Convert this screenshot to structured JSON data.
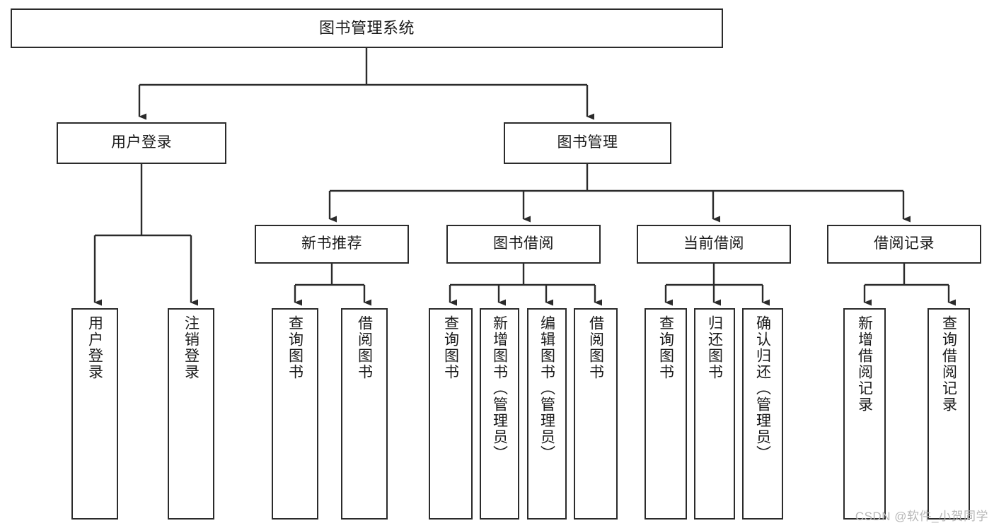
{
  "diagram": {
    "title": "图书管理系统",
    "type": "tree-hierarchy",
    "line_color": "#2b2b2b",
    "box_fill": "#ffffff",
    "text_color": "#1a1a1a",
    "watermark": "CSDN @软件_小贺同学",
    "nodes": {
      "root": {
        "label": "图书管理系统"
      },
      "level2": [
        {
          "label": "用户登录"
        },
        {
          "label": "图书管理"
        }
      ],
      "level3": [
        {
          "label": "新书推荐"
        },
        {
          "label": "图书借阅"
        },
        {
          "label": "当前借阅"
        },
        {
          "label": "借阅记录"
        }
      ],
      "leaves": {
        "user_login": [
          {
            "label": "用户登录"
          },
          {
            "label": "注销登录"
          }
        ],
        "new_book_recommend": [
          {
            "label": "查询图书"
          },
          {
            "label": "借阅图书"
          }
        ],
        "book_borrow": [
          {
            "label": "查询图书"
          },
          {
            "label": "新增图书（管理员）"
          },
          {
            "label": "编辑图书（管理员）"
          },
          {
            "label": "借阅图书"
          }
        ],
        "current_borrow": [
          {
            "label": "查询图书"
          },
          {
            "label": "归还图书"
          },
          {
            "label": "确认归还（管理员）"
          }
        ],
        "borrow_record": [
          {
            "label": "新增借阅记录"
          },
          {
            "label": "查询借阅记录"
          }
        ]
      }
    }
  }
}
